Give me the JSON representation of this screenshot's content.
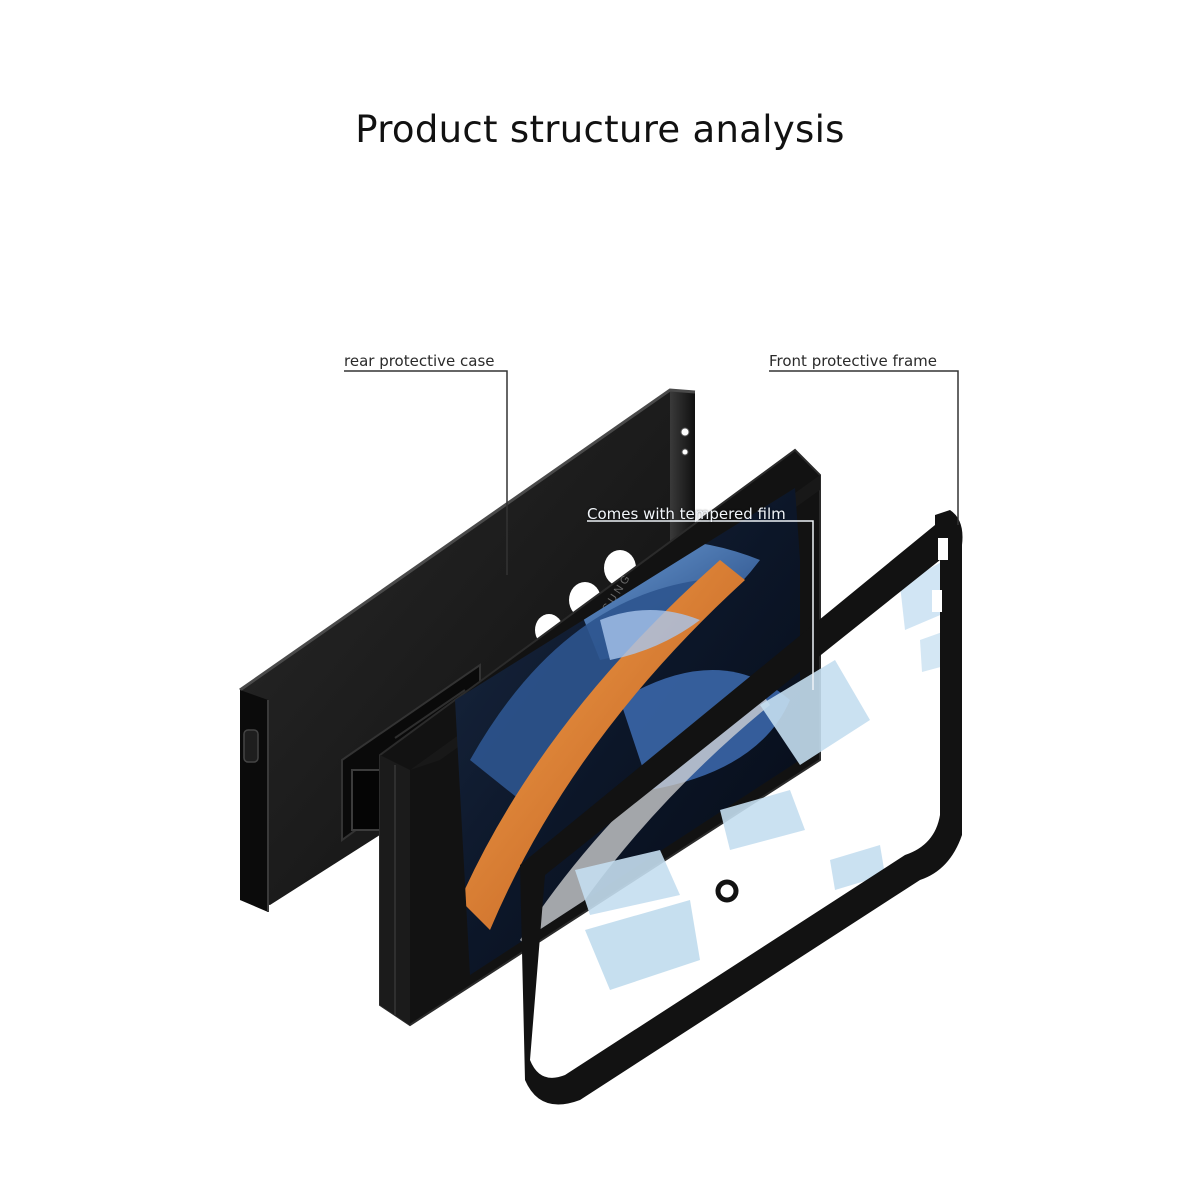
{
  "title": "Product structure analysis",
  "callouts": {
    "rear_case": "rear protective case",
    "front_frame": "Front protective frame",
    "tempered_film": "Comes with tempered film"
  },
  "phone_brand_text": "SAMSUNG",
  "colors": {
    "case_black": "#141414",
    "film_blue": "#bcd9ec",
    "screen_orange": "#e0822e",
    "screen_blue": "#2a5a9a"
  }
}
